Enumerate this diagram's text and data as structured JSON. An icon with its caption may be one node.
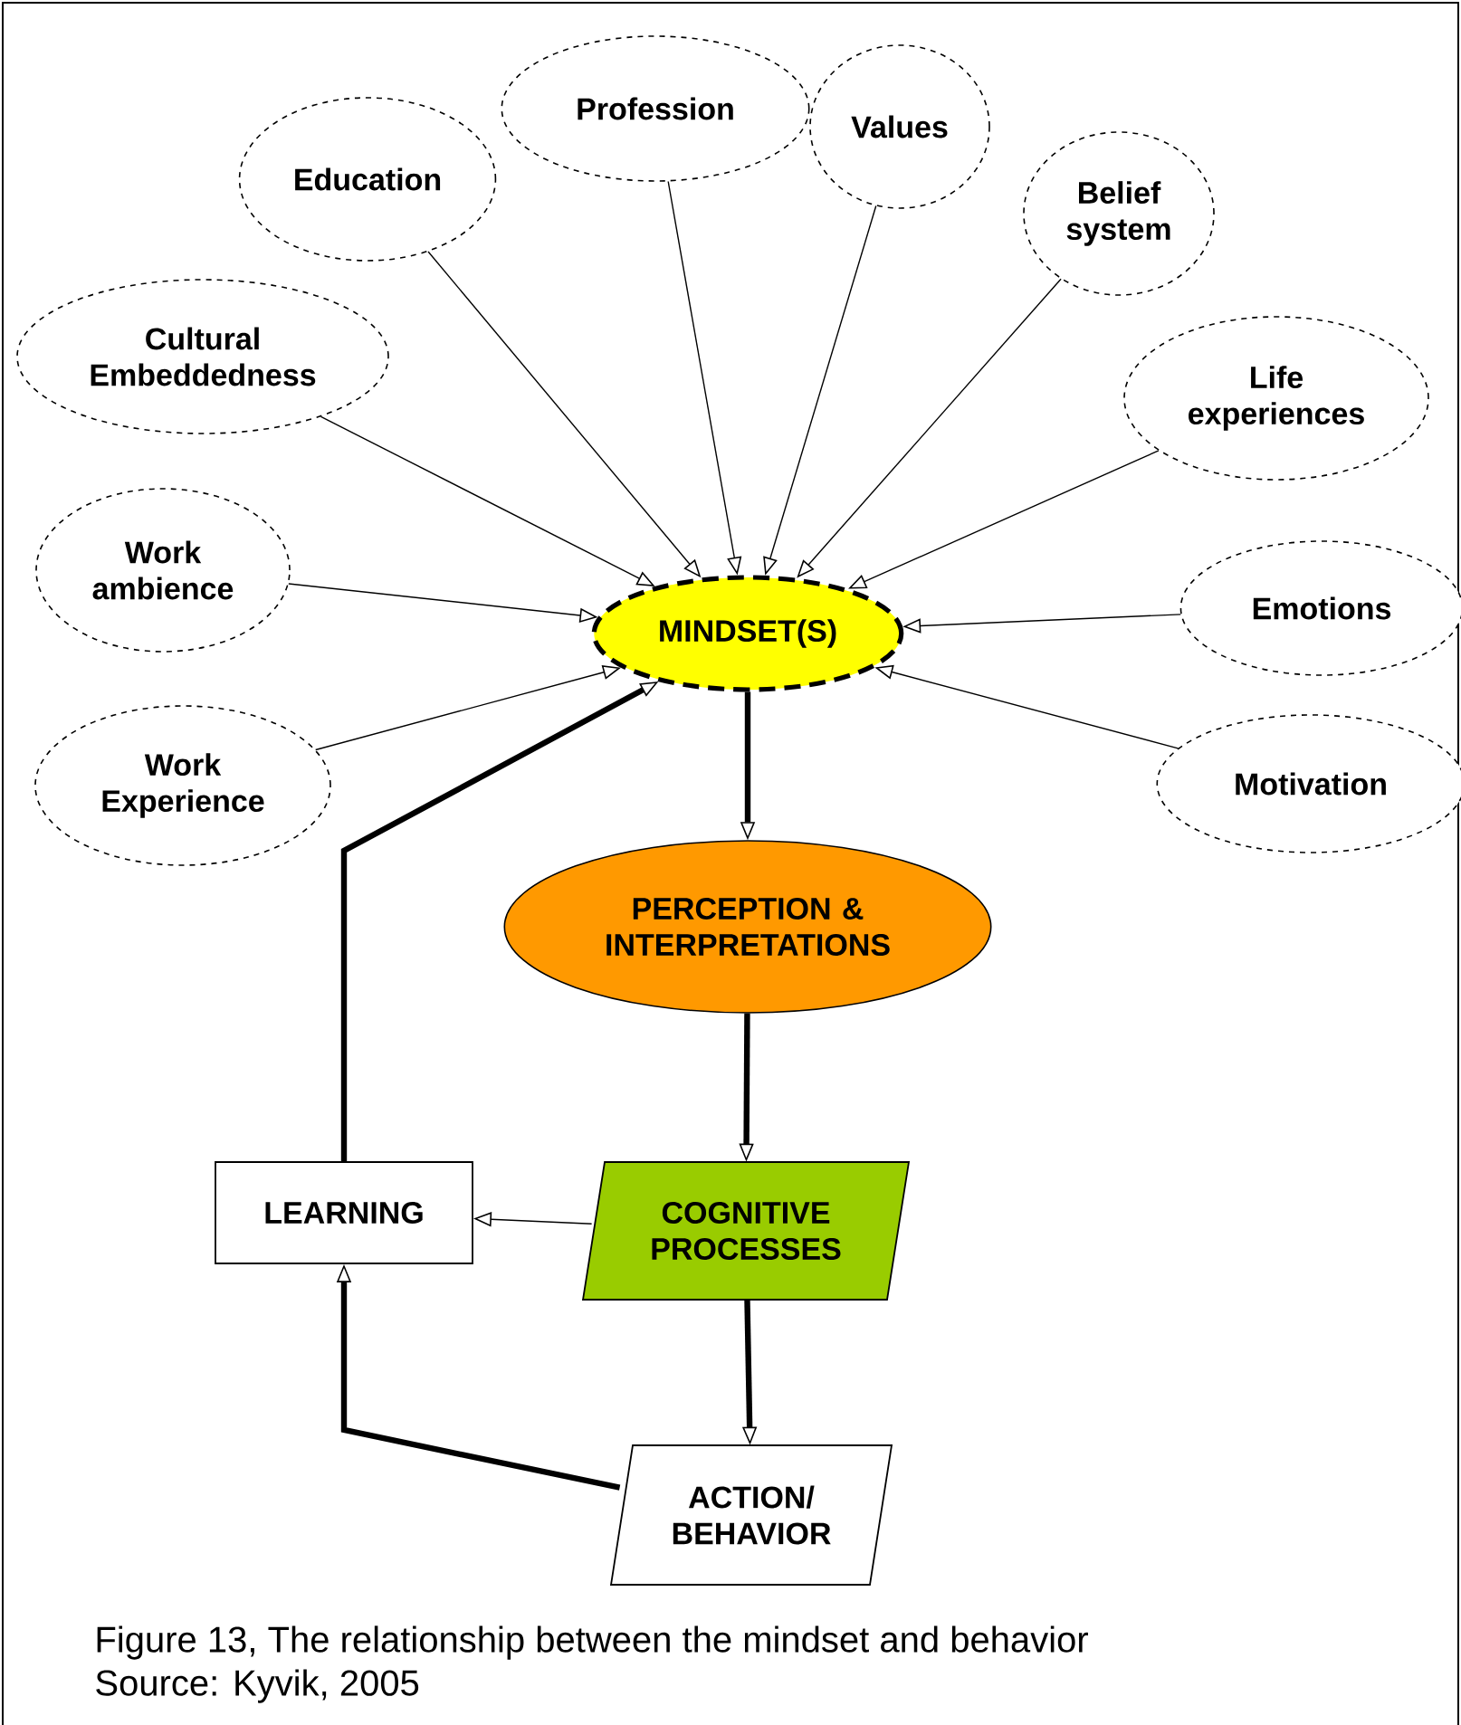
{
  "diagram": {
    "caption": "Figure 13, The relationship between the mindset and behavior",
    "nodes": [
      {
        "text": [
          "Education"
        ]
      },
      {
        "text": [
          "Profession"
        ]
      },
      {
        "text": [
          "Values"
        ]
      },
      {
        "text": [
          "Belief system"
        ]
      },
      {
        "text": [
          "Cultural Embeddedness"
        ]
      },
      {
        "text": [
          "Life experiences"
        ]
      },
      {
        "text": [
          "Work ambience"
        ]
      },
      {
        "text": [
          "MINDSET(S)"
        ]
      },
      {
        "text": [
          "Emotions"
        ]
      },
      {
        "text": [
          "Work Experience"
        ]
      },
      {
        "text": [
          "Motivation"
        ]
      },
      {
        "text": [
          "PERCEPTION & INTERPRETATIONS"
        ]
      },
      {
        "text": [
          "LEARNING"
        ]
      },
      {
        "text": [
          "COGNITIVE PROCESSES"
        ]
      },
      {
        "text": [
          "ACTION/ BEHAVIOR"
        ]
      }
    ],
    "edges": [
      {
        "from": 0,
        "to": 7,
        "arrow": "to"
      },
      {
        "from": 1,
        "to": 7,
        "arrow": "to"
      },
      {
        "from": 2,
        "to": 7,
        "arrow": "to"
      },
      {
        "from": 3,
        "to": 7,
        "arrow": "to"
      },
      {
        "from": 4,
        "to": 7,
        "arrow": "to"
      },
      {
        "from": 5,
        "to": 7,
        "arrow": "to"
      },
      {
        "from": 6,
        "to": 7,
        "arrow": "to"
      },
      {
        "from": 8,
        "to": 7,
        "arrow": "to"
      },
      {
        "from": 9,
        "to": 7,
        "arrow": "to"
      },
      {
        "from": 10,
        "to": 7,
        "arrow": "to"
      },
      {
        "from": 7,
        "to": 11,
        "arrow": "to",
        "style": "thick"
      },
      {
        "from": 11,
        "to": 13,
        "arrow": "to",
        "style": "thick"
      },
      {
        "from": 13,
        "to": 12,
        "arrow": "to"
      },
      {
        "from": 13,
        "to": 14,
        "arrow": "to",
        "style": "thick"
      },
      {
        "from": 14,
        "to": 12,
        "arrow": "to",
        "style": "thick"
      },
      {
        "from": 12,
        "to": 7,
        "arrow": "to",
        "style": "thick"
      }
    ],
    "labels": [
      "Source: Kyvik, 2005"
    ]
  }
}
